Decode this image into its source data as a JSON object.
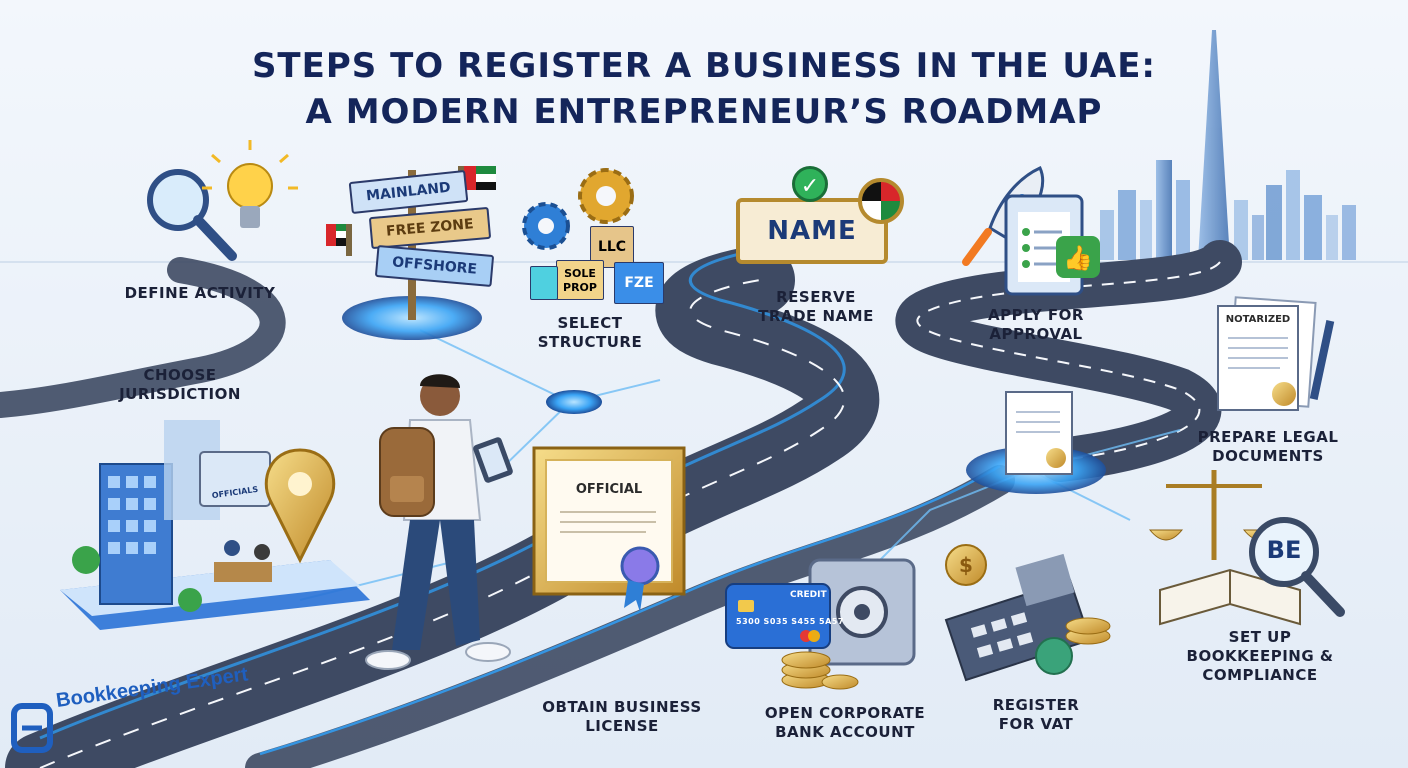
{
  "title": {
    "line1": "STEPS TO REGISTER A BUSINESS IN THE UAE:",
    "line2": "A MODERN ENTREPRENEUR’S ROADMAP"
  },
  "steps": [
    {
      "id": "define-activity",
      "label": "DEFINE ACTIVITY"
    },
    {
      "id": "choose-jurisdiction",
      "label_l1": "CHOOSE",
      "label_l2": "JURISDICTION"
    },
    {
      "id": "select-structure",
      "label_l1": "SELECT",
      "label_l2": "STRUCTURE"
    },
    {
      "id": "reserve-trade-name",
      "label_l1": "RESERVE",
      "label_l2": "TRADE NAME"
    },
    {
      "id": "apply-approval",
      "label_l1": "APPLY FOR",
      "label_l2": "APPROVAL"
    },
    {
      "id": "prepare-legal",
      "label_l1": "PREPARE LEGAL",
      "label_l2": "DOCUMENTS"
    },
    {
      "id": "obtain-license",
      "label_l1": "OBTAIN BUSINESS",
      "label_l2": "LICENSE"
    },
    {
      "id": "open-bank",
      "label_l1": "OPEN CORPORATE",
      "label_l2": "BANK ACCOUNT"
    },
    {
      "id": "register-vat",
      "label_l1": "REGISTER",
      "label_l2": "FOR VAT"
    },
    {
      "id": "bookkeeping",
      "label_l1": "SET UP",
      "label_l2": "BOOKKEEPING &",
      "label_l3": "COMPLIANCE"
    }
  ],
  "signpost": {
    "mainland": "MAINLAND",
    "free_zone": "FREE ZONE",
    "offshore": "OFFSHORE"
  },
  "structure_blocks": {
    "llc": "LLC",
    "sole": "SOLE",
    "prop": "PROP",
    "fze": "FZE"
  },
  "trade_name": "NAME",
  "certificate": "OFFICIAL",
  "notarized": "NOTARIZED",
  "credit_card": {
    "label": "CREDIT",
    "number": "5300 S035 S455 5A57"
  },
  "book_logo": "BE",
  "building_sign": "OFFICIALS",
  "brand": "Bookkeeping Expert",
  "colors": {
    "title": "#14255a",
    "road": "#3e4a63",
    "road_glow": "#2ea4ff",
    "accent_blue": "#1f5fbf",
    "gold": "#d6a63c"
  }
}
